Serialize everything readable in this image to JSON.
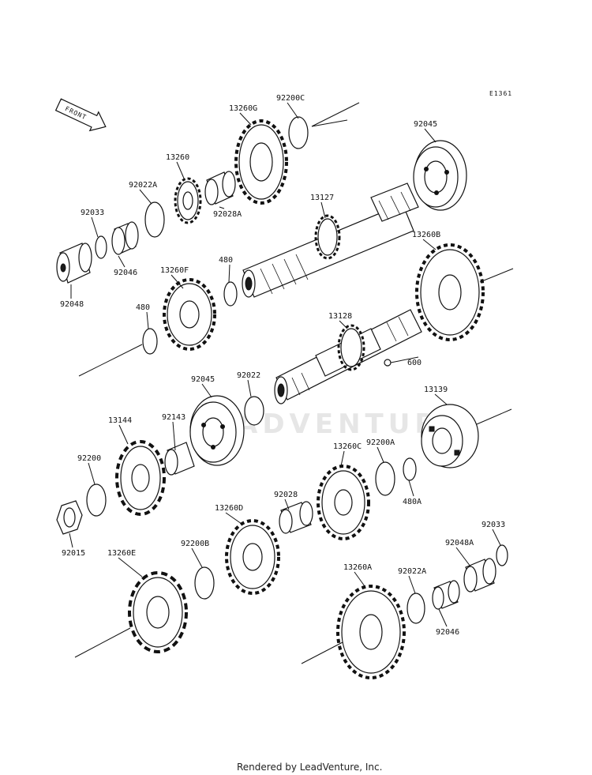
{
  "diagram": {
    "code": "E1361",
    "front_label": "FRONT",
    "watermark": "ADVENTURE",
    "footer": "Rendered by LeadVenture, Inc.",
    "parts": [
      {
        "label": "92200C"
      },
      {
        "label": "13260G"
      },
      {
        "label": "92045"
      },
      {
        "label": "13260"
      },
      {
        "label": "92022A"
      },
      {
        "label": "92028A"
      },
      {
        "label": "13127"
      },
      {
        "label": "92033"
      },
      {
        "label": "92046"
      },
      {
        "label": "92048"
      },
      {
        "label": "480"
      },
      {
        "label": "13260F"
      },
      {
        "label": "480"
      },
      {
        "label": "13260B"
      },
      {
        "label": "13128"
      },
      {
        "label": "600"
      },
      {
        "label": "92045"
      },
      {
        "label": "92022"
      },
      {
        "label": "13144"
      },
      {
        "label": "92143"
      },
      {
        "label": "13139"
      },
      {
        "label": "92200"
      },
      {
        "label": "13260C"
      },
      {
        "label": "92200A"
      },
      {
        "label": "480A"
      },
      {
        "label": "92015"
      },
      {
        "label": "92028"
      },
      {
        "label": "13260D"
      },
      {
        "label": "92033"
      },
      {
        "label": "92048A"
      },
      {
        "label": "13260E"
      },
      {
        "label": "92200B"
      },
      {
        "label": "13260A"
      },
      {
        "label": "92022A"
      },
      {
        "label": "92046"
      }
    ]
  }
}
